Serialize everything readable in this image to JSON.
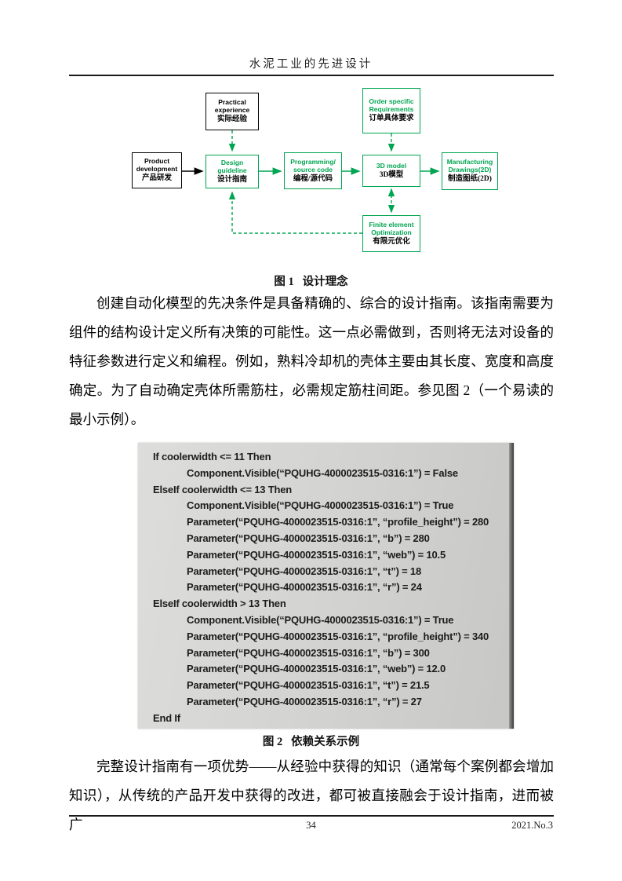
{
  "header": {
    "title": "水泥工业的先进设计"
  },
  "figure1": {
    "caption": "图 1   设计理念",
    "accent_green": "#00A551",
    "nodes": {
      "practical": {
        "en": "Practical experience",
        "zh": "实际经验"
      },
      "order": {
        "en": "Order specific Requirements",
        "zh": "订单具体要求"
      },
      "product": {
        "en": "Product development",
        "zh": "产品研发"
      },
      "design": {
        "en": "Design guideline",
        "zh": "设计指南"
      },
      "programming": {
        "en": "Programming/ source code",
        "zh": "编程/源代码"
      },
      "model3d": {
        "en": "3D model",
        "zh": "3D模型"
      },
      "manufacturing": {
        "en": "Manufacturing Drawings(2D)",
        "zh": "制造图纸(2D)"
      },
      "fem": {
        "en": "Finite element Optimization",
        "zh": "有限元优化"
      }
    }
  },
  "body": {
    "paragraph1": "创建自动化模型的先决条件是具备精确的、综合的设计指南。该指南需要为组件的结构设计定义所有决策的可能性。这一点必需做到，否则将无法对设备的特征参数进行定义和编程。例如，熟料冷却机的壳体主要由其长度、宽度和高度确定。为了自动确定壳体所需筋柱，必需规定筋柱间距。参见图 2（一个易读的最小示例）。",
    "paragraph2": "完整设计指南有一项优势——从经验中获得的知识（通常每个案例都会增加知识），从传统的产品开发中获得的改进，都可被直接融会于设计指南，进而被广"
  },
  "figure2": {
    "caption": "图 2   依赖关系示例",
    "code_lines": [
      {
        "indent": 0,
        "text": "If coolerwidth <= 11 Then"
      },
      {
        "indent": 1,
        "text": "Component.Visible(“PQUHG-4000023515-0316:1”) = False"
      },
      {
        "indent": 0,
        "text": "ElseIf coolerwidth <= 13 Then"
      },
      {
        "indent": 1,
        "text": "Component.Visible(“PQUHG-4000023515-0316:1”) = True"
      },
      {
        "indent": 1,
        "text": "Parameter(“PQUHG-4000023515-0316:1”, “profile_height”) = 280"
      },
      {
        "indent": 1,
        "text": "Parameter(“PQUHG-4000023515-0316:1”, “b”) = 280"
      },
      {
        "indent": 1,
        "text": "Parameter(“PQUHG-4000023515-0316:1”, “web”) = 10.5"
      },
      {
        "indent": 1,
        "text": "Parameter(“PQUHG-4000023515-0316:1”, “t”) = 18"
      },
      {
        "indent": 1,
        "text": "Parameter(“PQUHG-4000023515-0316:1”, “r”) = 24"
      },
      {
        "indent": 0,
        "text": "ElseIf coolerwidth > 13 Then"
      },
      {
        "indent": 1,
        "text": "Component.Visible(“PQUHG-4000023515-0316:1”) = True"
      },
      {
        "indent": 1,
        "text": "Parameter(“PQUHG-4000023515-0316:1”, “profile_height”) = 340"
      },
      {
        "indent": 1,
        "text": "Parameter(“PQUHG-4000023515-0316:1”, “b”) = 300"
      },
      {
        "indent": 1,
        "text": "Parameter(“PQUHG-4000023515-0316:1”, “web”) = 12.0"
      },
      {
        "indent": 1,
        "text": "Parameter(“PQUHG-4000023515-0316:1”, “t”) = 21.5"
      },
      {
        "indent": 1,
        "text": "Parameter(“PQUHG-4000023515-0316:1”, “r”) = 27"
      },
      {
        "indent": 0,
        "text": "End If"
      }
    ]
  },
  "footer": {
    "page_number": "34",
    "issue": "2021.No.3"
  }
}
